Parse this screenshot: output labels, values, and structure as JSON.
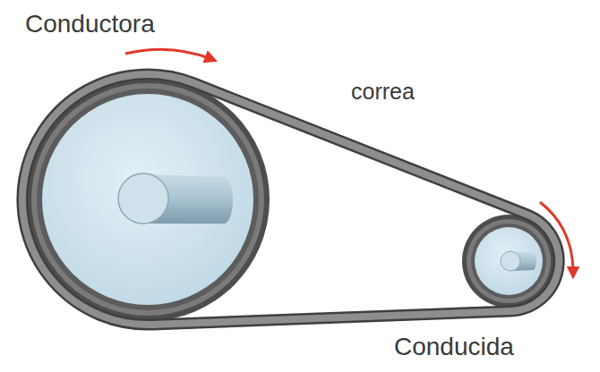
{
  "diagram": {
    "labels": [
      "Conductora",
      "correa",
      "Conducida"
    ]
  }
}
